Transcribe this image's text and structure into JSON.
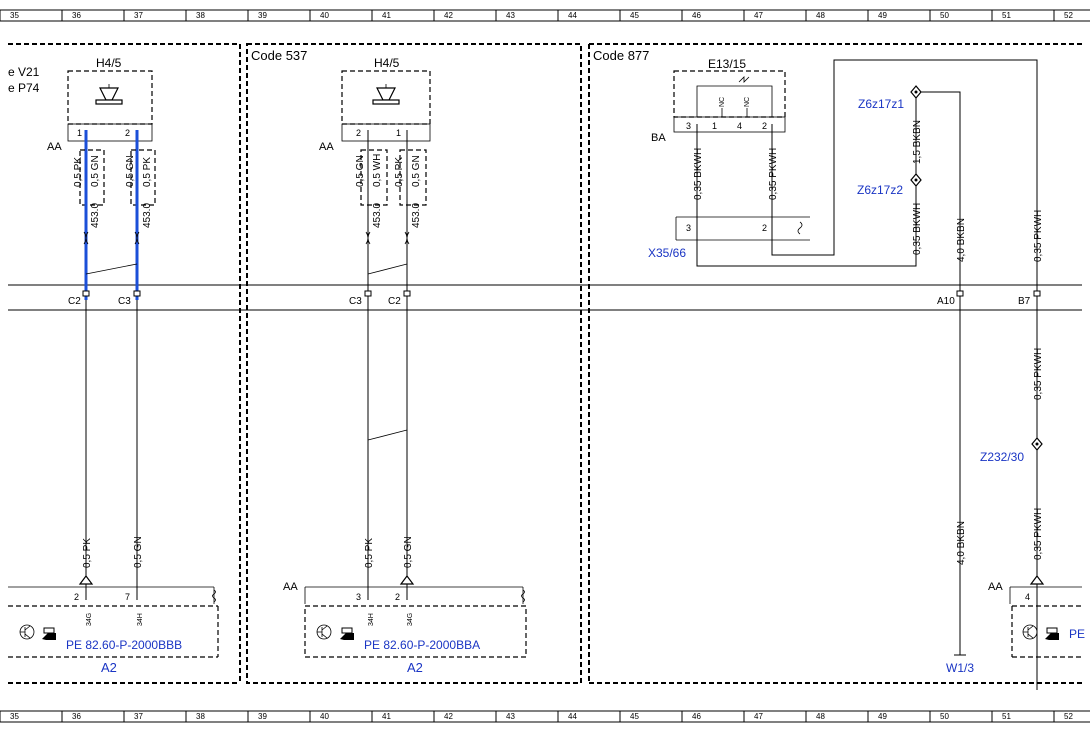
{
  "ruler": {
    "numbers": [
      "35",
      "36",
      "37",
      "38",
      "39",
      "40",
      "41",
      "42",
      "43",
      "44",
      "45",
      "46",
      "47",
      "48",
      "49",
      "50",
      "51",
      "52"
    ]
  },
  "sections": {
    "left_partial_1": "e V21",
    "left_partial_2": "e P74",
    "code_537": "Code 537",
    "code_877": "Code 877"
  },
  "components": {
    "horn_left": "H4/5",
    "horn_mid": "H4/5",
    "switch": "E13/15",
    "connector": "X35/66",
    "module_left_ref": "A2",
    "module_mid_ref": "A2",
    "ground_ref": "W1/3",
    "splice_1": "Z6z17z1",
    "splice_2": "Z6z17z2",
    "splice_3": "Z232/30",
    "doc_left": "PE 82.60-P-2000BBB",
    "doc_mid": "PE 82.60-P-2000BBA",
    "doc_right": "PE"
  },
  "connector_codes": {
    "aa_left": "AA",
    "aa_mid": "AA",
    "aa_module_mid": "AA",
    "aa_module_right": "AA",
    "ba": "BA"
  },
  "pins": {
    "horn_left_1": "1",
    "horn_left_2": "2",
    "horn_mid_2": "2",
    "horn_mid_1": "1",
    "switch_3": "3",
    "switch_1": "1",
    "switch_4": "4",
    "switch_2": "2",
    "switch_nc_1": "NC",
    "switch_nc_2": "NC",
    "x35_3": "3",
    "x35_2": "2",
    "c2_left": "C2",
    "c3_left": "C3",
    "c3_mid": "C3",
    "c2_mid": "C2",
    "a10": "A10",
    "b7": "B7",
    "mod_left_2": "2",
    "mod_left_7": "7",
    "mod_mid_3": "3",
    "mod_mid_2": "2",
    "mod_right_4": "4",
    "mod_left_34g": "34G",
    "mod_left_34h": "34H",
    "mod_mid_34h": "34H",
    "mod_mid_34g": "34G"
  },
  "wires": {
    "w_left_pk_top": "0,5 PK",
    "w_left_gn_top_a": "0,5 GN",
    "w_left_gn_top_b": "0,5 GN",
    "w_left_pk_top_b": "0,5 PK",
    "w_left_453_a": "453.0",
    "w_left_453_b": "453.0",
    "w_left_pk_bot": "0,5 PK",
    "w_left_gn_bot": "0,5 GN",
    "w_mid_gn_top_a": "0,5 GN",
    "w_mid_wh_top": "0,5 WH",
    "w_mid_pk_top": "0,5 PK",
    "w_mid_gn_top_b": "0,5 GN",
    "w_mid_453_a": "453.0",
    "w_mid_453_b": "453.0",
    "w_mid_pk_bot": "0,5 PK",
    "w_mid_gn_bot": "0,5 GN",
    "w_bkwh_1": "0,35 BKWH",
    "w_pkwh_1": "0,35 PKWH",
    "w_bkbn_15": "1,5 BKBN",
    "w_bkwh_2": "0,35 BKWH",
    "w_bkbn_40_top": "4,0 BKBN",
    "w_pkwh_top": "0,35 PKWH",
    "w_pkwh_mid": "0,35 PKWH",
    "w_pkwh_bot": "0,35 PKWH",
    "w_bkbn_40_bot": "4,0 BKBN"
  }
}
